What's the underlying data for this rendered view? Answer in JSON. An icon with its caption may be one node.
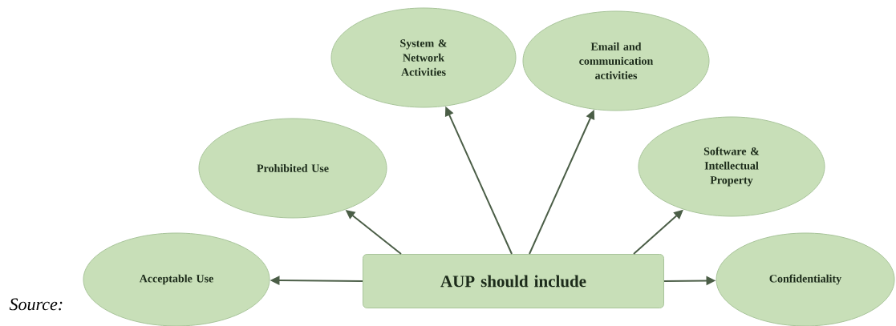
{
  "diagram": {
    "nodes": [
      {
        "text": [
          "Acceptable Use"
        ]
      },
      {
        "text": [
          "Prohibited Use"
        ]
      },
      {
        "text": [
          "System & Network Activities"
        ]
      },
      {
        "text": [
          "Email and communication activities"
        ]
      },
      {
        "text": [
          "Software & Intellectual Property"
        ]
      },
      {
        "text": [
          "Confidentiality"
        ]
      },
      {
        "text": [
          "AUP should include"
        ]
      }
    ],
    "edges": [
      {
        "from": 6,
        "to": 0,
        "arrow": "to"
      },
      {
        "from": 6,
        "to": 1,
        "arrow": "to"
      },
      {
        "from": 6,
        "to": 2,
        "arrow": "to"
      },
      {
        "from": 6,
        "to": 3,
        "arrow": "to"
      },
      {
        "from": 6,
        "to": 4,
        "arrow": "to"
      },
      {
        "from": 6,
        "to": 5,
        "arrow": "to"
      }
    ],
    "labels": [
      "Source:"
    ]
  }
}
